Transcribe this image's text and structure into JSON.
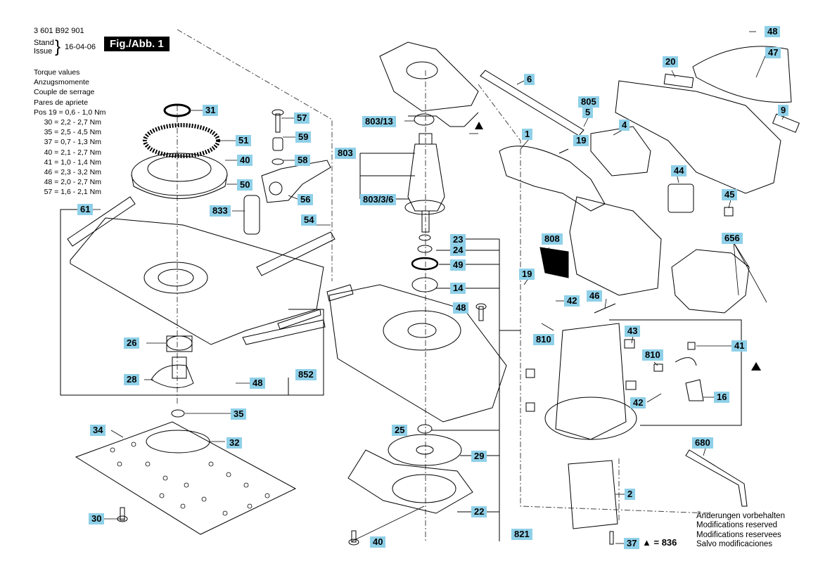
{
  "header": {
    "doc_number": "3 601 B92 901",
    "stand_label": "Stand",
    "issue_label": "Issue",
    "date": "16-04-06",
    "fig_label": "Fig./Abb. 1"
  },
  "torque": {
    "title_en": "Torque values",
    "title_de": "Anzugsmomente",
    "title_fr": "Couple de serrage",
    "title_es": "Pares de apriete",
    "rows": [
      "Pos 19 = 0,6 - 1,0 Nm",
      "     30 = 2,2 - 2,7 Nm",
      "     35 = 2,5 - 4,5 Nm",
      "     37 = 0,7 - 1,3 Nm",
      "     40 = 2,1 - 2,7 Nm",
      "     41 = 1,0 - 1,4 Nm",
      "     46 = 2,3 - 3,2 Nm",
      "     48 = 2,0 - 2,7 Nm",
      "     57 = 1,6 - 2,1 Nm"
    ]
  },
  "callouts": [
    "31",
    "51",
    "40",
    "50",
    "57",
    "59",
    "58",
    "56",
    "833",
    "61",
    "54",
    "26",
    "28",
    "48",
    "852",
    "35",
    "34",
    "32",
    "30",
    "803/13",
    "803",
    "803/3/6",
    "23",
    "24",
    "49",
    "14",
    "48",
    "25",
    "29",
    "22",
    "40",
    "821",
    "6",
    "805",
    "5",
    "19",
    "4",
    "1",
    "44",
    "808",
    "19",
    "42",
    "46",
    "810",
    "43",
    "41",
    "810",
    "16",
    "42",
    "680",
    "2",
    "37",
    "48",
    "47",
    "20",
    "9",
    "45",
    "656"
  ],
  "notes": {
    "lines": [
      "Änderungen vorbehalten",
      "Modifications reserved",
      "Modifications reservees",
      "Salvo modificaciones"
    ]
  },
  "legend": {
    "symbol": "▲",
    "text": "= 836"
  },
  "colors": {
    "callout_bg": "#8fd0e8",
    "line": "#000000"
  }
}
